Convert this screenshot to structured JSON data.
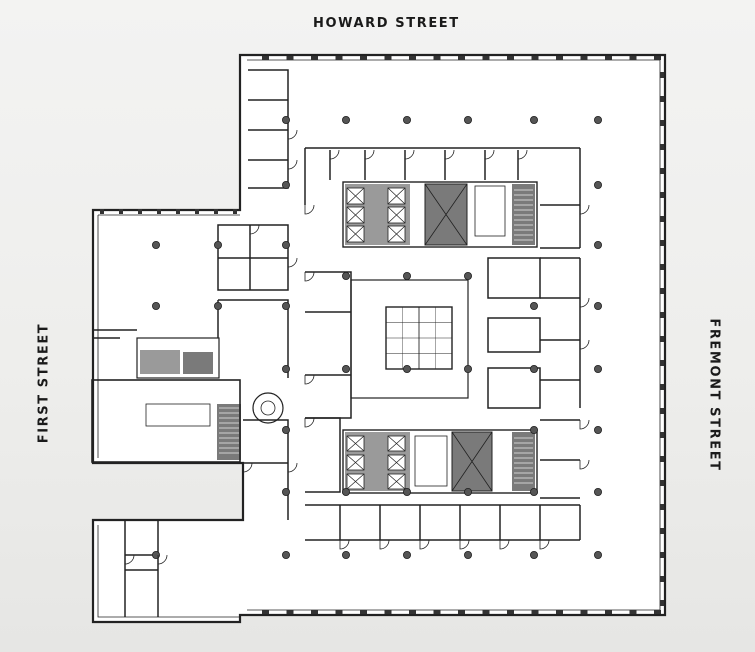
{
  "streets": {
    "north": "HOWARD STREET",
    "west": "FIRST STREET",
    "east": "FREMONT STREET"
  },
  "colors": {
    "background": "#efefed",
    "wall": "#222222",
    "column": "#555555",
    "core_dark": "#7a7a7a",
    "core_mid": "#9a9a9a",
    "floor_white": "#ffffff"
  },
  "legend": []
}
